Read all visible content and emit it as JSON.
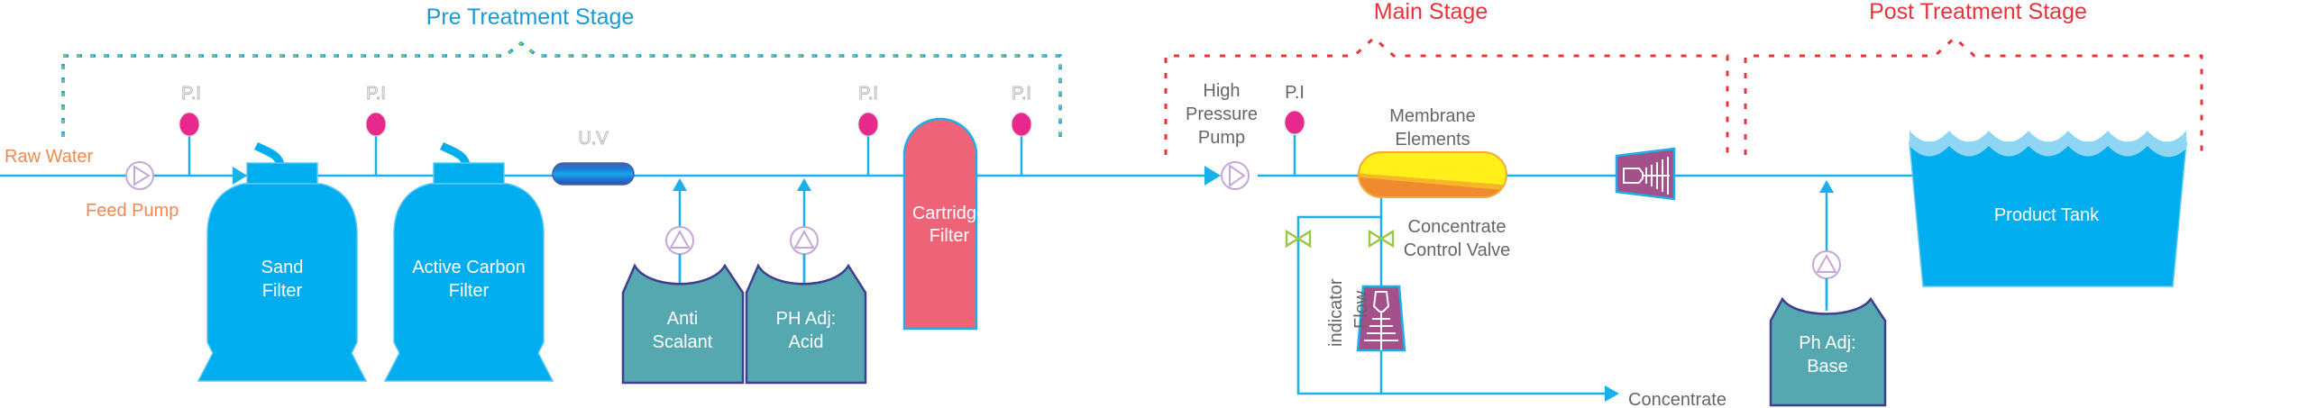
{
  "stages": {
    "pre_treatment": "Pre Treatment Stage",
    "main": "Main Stage",
    "post_treatment": "Post Treatment Stage"
  },
  "labels": {
    "raw_water": "Raw Water",
    "feed_pump": "Feed Pump",
    "pressure_indicator": "P.I",
    "sand_filter_line1": "Sand",
    "sand_filter_line2": "Filter",
    "carbon_filter_line1": "Active Carbon",
    "carbon_filter_line2": "Filter",
    "uv": "U.V",
    "anti_scalant_line1": "Anti",
    "anti_scalant_line2": "Scalant",
    "ph_acid_line1": "PH Adj:",
    "ph_acid_line2": "Acid",
    "cartridge_line1": "Cartridge",
    "cartridge_line2": "Filter",
    "hp_pump_line1": "High",
    "hp_pump_line2": "Pressure",
    "hp_pump_line3": "Pump",
    "membrane_line1": "Membrane",
    "membrane_line2": "Elements",
    "ccv_line1": "Concentrate",
    "ccv_line2": "Control Valve",
    "flow_indicator_line1": "Flow",
    "flow_indicator_line2": "indicator",
    "concentrate": "Concentrate",
    "ph_base_line1": "Ph Adj:",
    "ph_base_line2": "Base",
    "product_tank": "Product Tank"
  },
  "colors": {
    "pipe": "#1ab0ea",
    "pre_stage_title": "#1a9ad6",
    "main_stage_title": "#e8323c",
    "vessel": "#00aeef",
    "pressure_indicator": "#e8288c",
    "cartridge": "#ef6378",
    "dosing_tank": "#55a8b0",
    "flow_meter": "#a4508a",
    "membrane_top": "#fff01a",
    "membrane_bottom": "#f08a30",
    "valve": "#9ec84a"
  }
}
